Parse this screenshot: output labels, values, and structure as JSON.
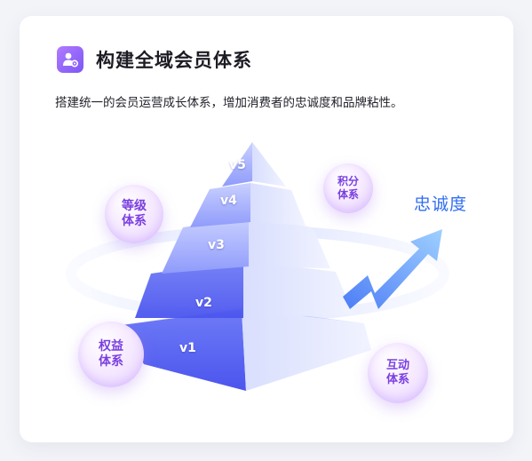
{
  "header": {
    "icon": "member-settings-icon",
    "title": "构建全域会员体系"
  },
  "subtitle": "搭建统一的会员运营成长体系，增加消费者的忠诚度和品牌粘性。",
  "pyramid": {
    "levels": [
      "v5",
      "v4",
      "v3",
      "v2",
      "v1"
    ]
  },
  "bubbles": {
    "grade": "等级\n体系",
    "points": "积分\n体系",
    "benefits": "权益\n体系",
    "interaction": "互动\n体系"
  },
  "loyalty_label": "忠诚度",
  "colors": {
    "accent_purple": "#7d56f5",
    "bubble_text": "#7b3fe0",
    "loyalty_blue": "#2f6df0",
    "pyramid_blue": "#5a66f2"
  }
}
